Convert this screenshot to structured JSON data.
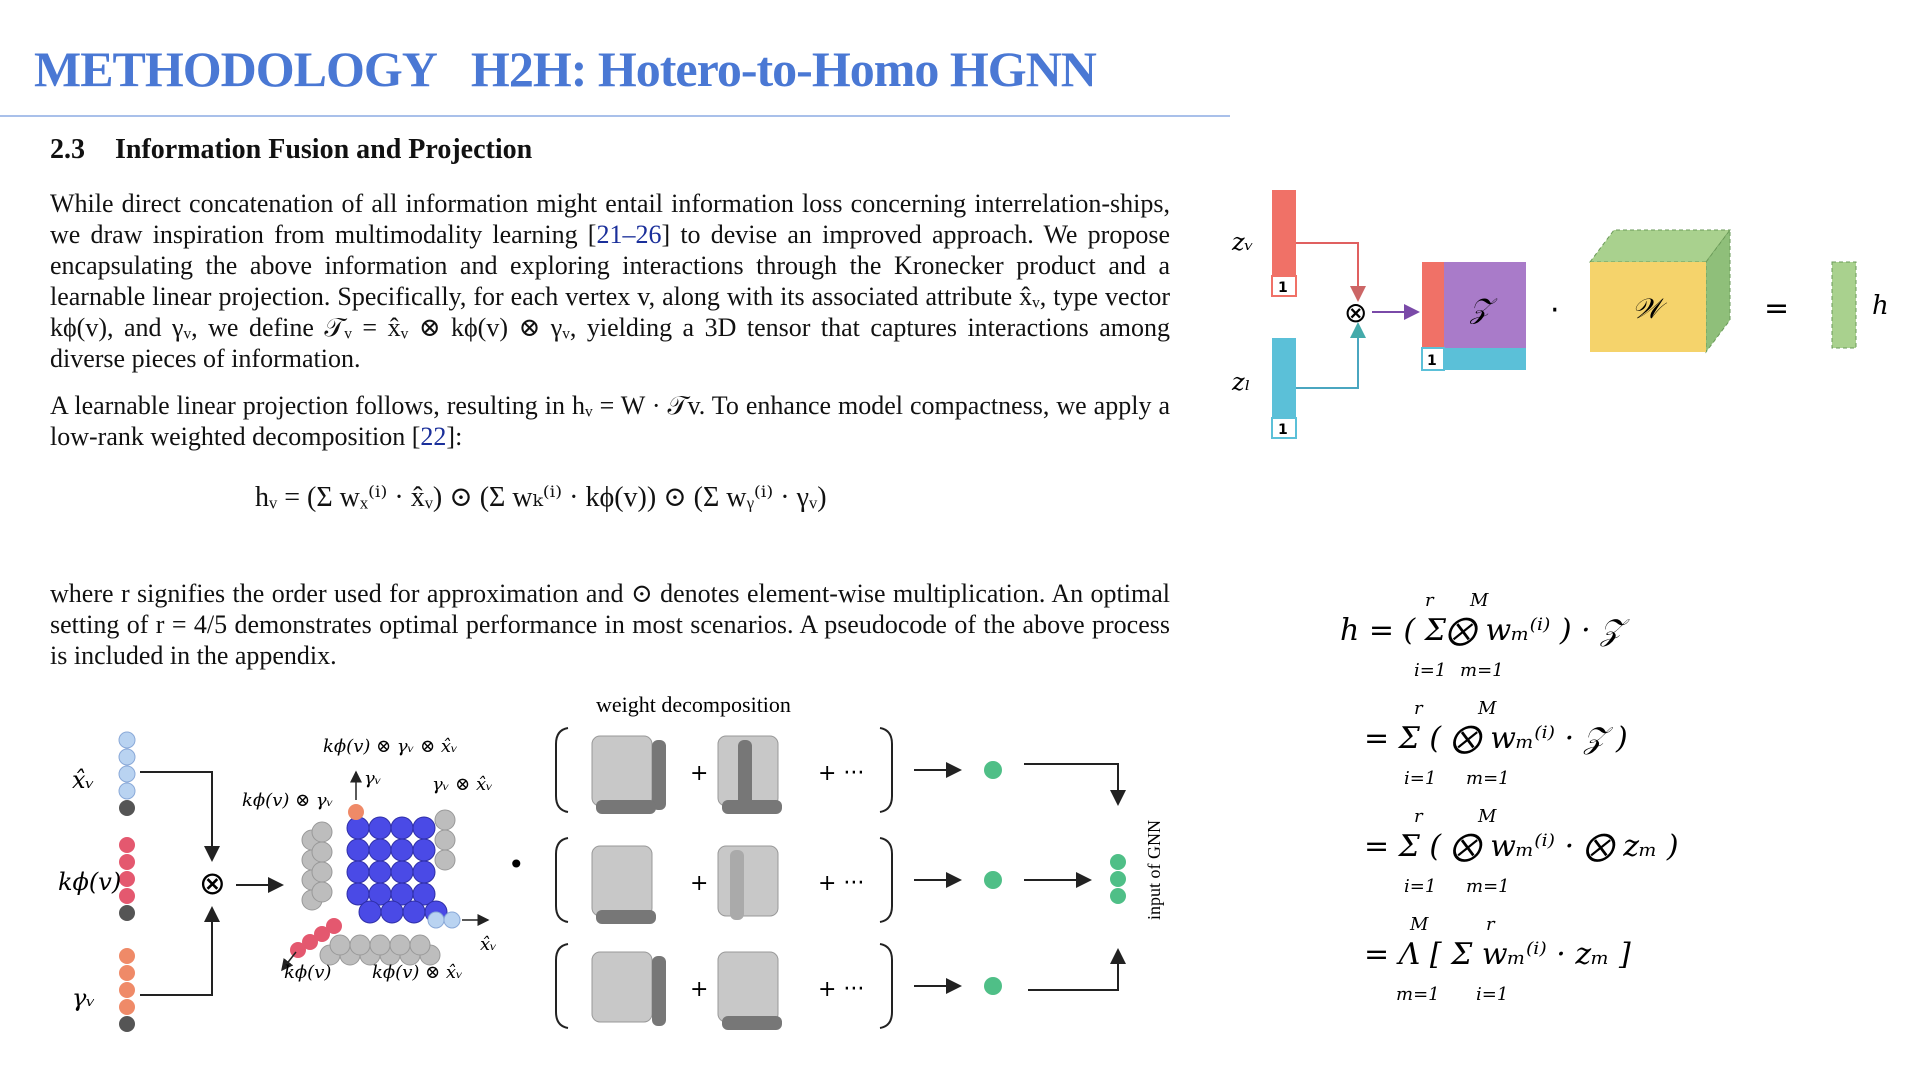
{
  "header": {
    "section": "METHODOLOGY",
    "title": "H2H: Hotero-to-Homo HGNN"
  },
  "section": {
    "number": "2.3",
    "title": "Information Fusion and Projection"
  },
  "paragraphs": {
    "p1": {
      "a": "While direct concatenation of all information might entail information loss concerning interrelation-ships, we draw inspiration from multimodality learning [",
      "ref": "21–26",
      "b": "] to devise an improved approach. We propose encapsulating the above information and exploring interactions through the Kronecker product and a learnable linear projection. Specifically, for each vertex v, along with its associated attribute x̂ᵥ, type vector kϕ(v), and γᵥ, we define 𝒯ᵥ = x̂ᵥ ⊗ kϕ(v) ⊗ γᵥ, yielding a 3D tensor that captures interactions among diverse pieces of information."
    },
    "p2": {
      "a": "A learnable linear projection follows, resulting in hᵥ = W · 𝒯v. To enhance model compactness, we apply a low-rank weighted decomposition [",
      "ref": "22",
      "b": "]:"
    },
    "p3": "where r signifies the order used for approximation and ⊙ denotes element-wise multiplication. An optimal setting of r = 4/5 demonstrates optimal performance in most scenarios. A pseudocode of the above process is included in the appendix."
  },
  "equation_main": "hᵥ = (Σ wₓ⁽ⁱ⁾ · x̂ᵥ) ⊙ (Σ wₖ⁽ⁱ⁾ · kϕ(v)) ⊙ (Σ wᵧ⁽ⁱ⁾ · γᵥ)",
  "left_figure": {
    "caption_top": "weight decomposition",
    "labels": {
      "x": "x̂ᵥ",
      "k": "kϕ(v)",
      "g": "γᵥ",
      "kgx": "kϕ(v) ⊗ γᵥ ⊗ x̂ᵥ",
      "gamma_axis": "γᵥ",
      "gx": "γᵥ ⊗ x̂ᵥ",
      "kg": "kϕ(v) ⊗ γᵥ",
      "x_axis": "x̂ᵥ",
      "k_axis": "kϕ(v)",
      "kx": "kϕ(v) ⊗ x̂ᵥ",
      "otimes": "⊗",
      "dot": "•",
      "plus": "+",
      "plus_dots": "+ ···",
      "gnn": "input of GNN"
    }
  },
  "right_figure": {
    "labels": {
      "zv": "zᵥ",
      "zl": "zₗ",
      "one": "1",
      "Z": "𝒵",
      "W": "𝒲",
      "h": "h",
      "otimes": "⊗",
      "dot": "·",
      "eq": "="
    },
    "colors": {
      "zv": "#f07167",
      "zl": "#5bc0d8",
      "Z": "#a97bc9",
      "W": "#f5d36b",
      "W_side": "#8fbf7a",
      "h": "#a9d18e"
    }
  },
  "equation_stack": {
    "l1": "h = ( Σ⨂ wₘ⁽ⁱ⁾ ) · 𝒵",
    "l2": "= Σ ( ⨂ wₘ⁽ⁱ⁾ · 𝒵 )",
    "l3": "= Σ ( ⨂ wₘ⁽ⁱ⁾ · ⨂ zₘ )",
    "l4": "= Λ [ Σ wₘ⁽ⁱ⁾ · zₘ ]",
    "upper_r": "r",
    "upper_M": "M",
    "lower_i": "i=1",
    "lower_m": "m=1"
  }
}
